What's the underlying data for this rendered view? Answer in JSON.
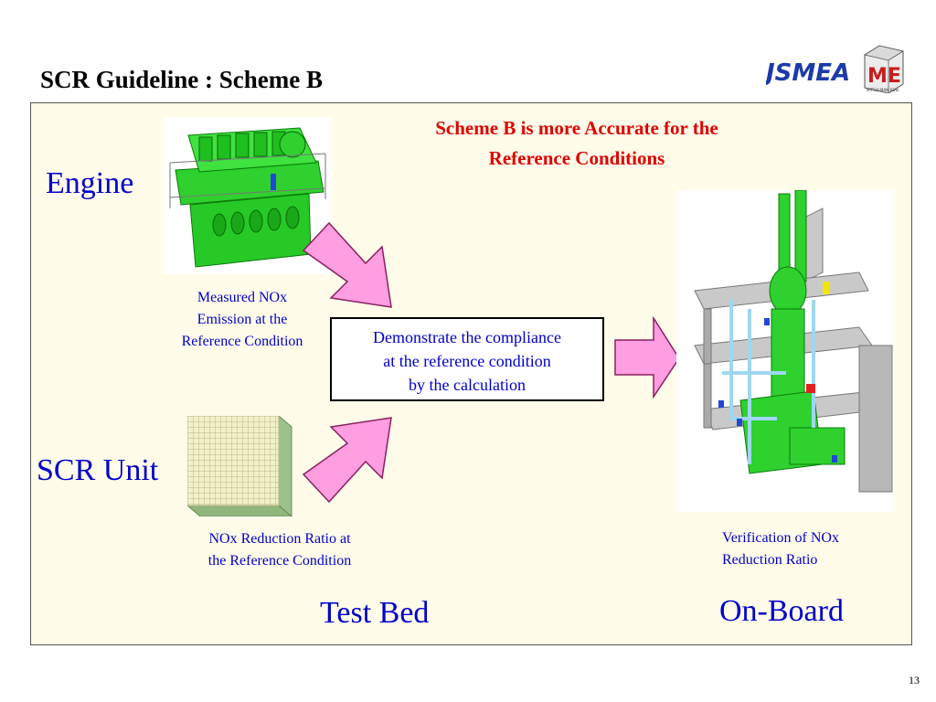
{
  "slide": {
    "title": "SCR Guideline : Scheme B",
    "page_number": "13"
  },
  "logo": {
    "brand_text": "JSMEA",
    "emblem_text": "ME",
    "emblem_caption": "MITSUI MAN B&W"
  },
  "headline": {
    "line1": "Scheme B is more Accurate for the",
    "line2": "Reference Conditions"
  },
  "labels": {
    "engine": "Engine",
    "scr_unit": "SCR Unit",
    "test_bed": "Test Bed",
    "on_board": "On-Board"
  },
  "captions": {
    "measured": [
      "Measured NOx",
      "Emission at the",
      "Reference Condition"
    ],
    "reduction_ratio": [
      "NOx Reduction Ratio at",
      "the Reference Condition"
    ],
    "verification": [
      "Verification of NOx",
      "Reduction Ratio"
    ]
  },
  "demo_box": {
    "lines": [
      "Demonstrate the compliance",
      "at the reference condition",
      "by the calculation"
    ]
  },
  "colors": {
    "accent_red": "#e00000",
    "label_blue": "#0000cc",
    "panel_bg": "#fffde9",
    "arrow_pink": "#ff9ee0",
    "engine_green": "#22dd22"
  }
}
